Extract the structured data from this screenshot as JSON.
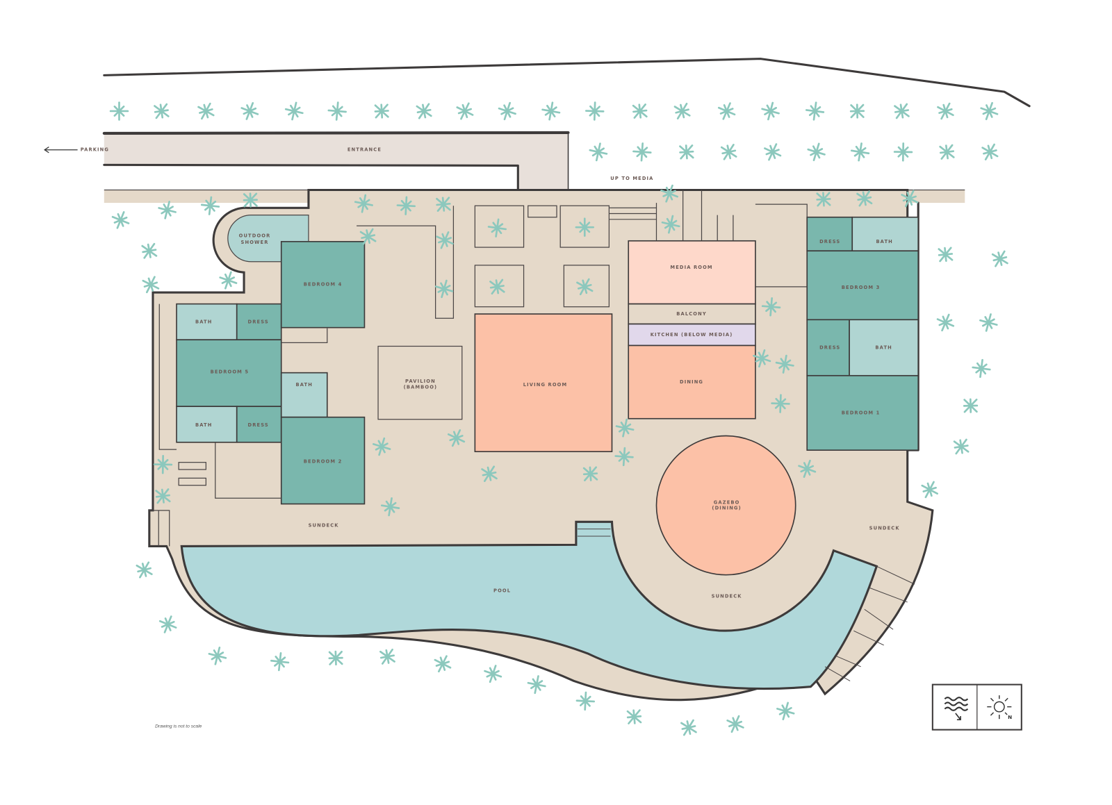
{
  "colors": {
    "terrace": "#e5d9c9",
    "bedroom": "#7ab7ad",
    "bath": "#b0d5d2",
    "living": "#fcc1a7",
    "media": "#fed8ca",
    "kitchen": "#e1d8eb",
    "pool": "#b0d8da",
    "palm": "#8cc8bd",
    "wall": "#3d3a3a",
    "label": "#6b5a55"
  },
  "labels": {
    "parking": "PARKING",
    "entrance": "ENTRANCE",
    "up_to_media": "UP TO MEDIA",
    "outdoor_shower_1": "OUTDOOR",
    "outdoor_shower_2": "SHOWER",
    "bedroom_4": "BEDROOM 4",
    "bedroom_5": "BEDROOM 5",
    "bedroom_2": "BEDROOM 2",
    "bedroom_3": "BEDROOM 3",
    "bedroom_1": "BEDROOM 1",
    "bath": "BATH",
    "dress": "DRESS",
    "pavilion_1": "PAVILION",
    "pavilion_2": "(BAMBOO)",
    "living_room": "LIVING ROOM",
    "media_room": "MEDIA ROOM",
    "balcony": "BALCONY",
    "kitchen": "KITCHEN (BELOW MEDIA)",
    "dining": "DINING",
    "gazebo_1": "GAZEBO",
    "gazebo_2": "(DINING)",
    "sundeck": "SUNDECK",
    "pool": "POOL",
    "n": "N"
  },
  "icons": {
    "parking_arrow": "arrow-left-icon",
    "sea": "waves-icon",
    "sun": "sun-icon",
    "tree": "palm-tree-icon"
  },
  "footnote": "Drawing is not to scale"
}
